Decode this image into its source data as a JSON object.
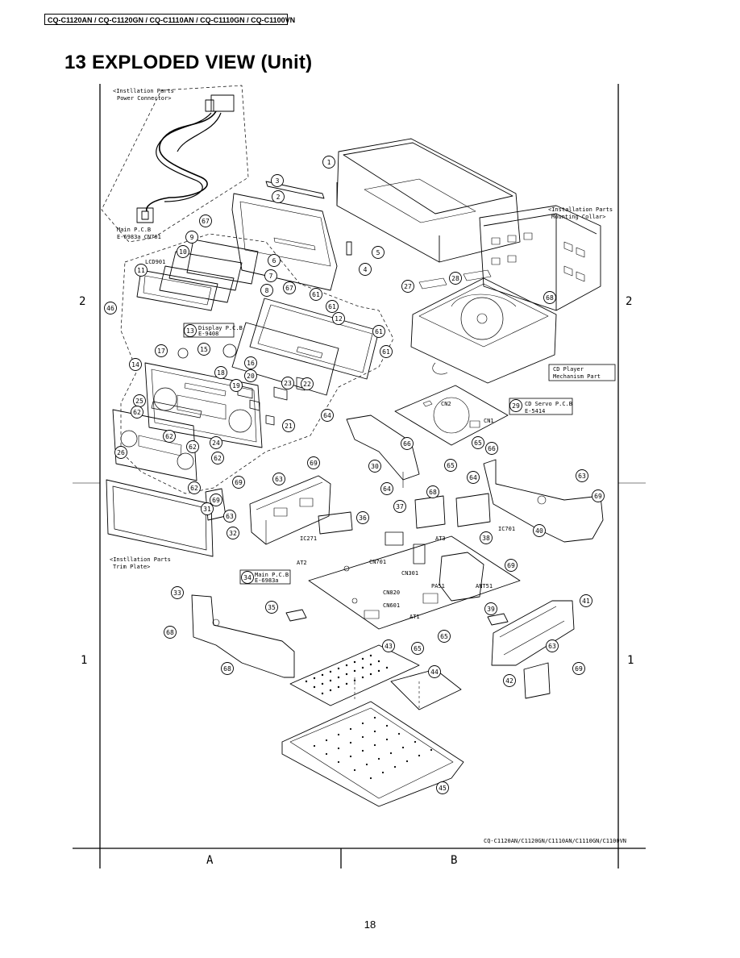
{
  "header": {
    "model_line": "CQ-C1120AN / CQ-C1120GN / CQ-C1110AN / CQ-C1110GN / CQ-C1100VN"
  },
  "title": "13 EXPLODED VIEW (Unit)",
  "page_number": "18",
  "grid": {
    "rows_left": [
      "2",
      "1"
    ],
    "rows_right": [
      "2",
      "1"
    ],
    "columns": [
      "A",
      "B"
    ]
  },
  "diagram": {
    "footer_model": "CQ-C1120AN/C1120GN/C1110AN/C1110GN/C1100VN",
    "notes": {
      "power_connector": [
        "<Instllation Parts",
        "Power Connector>"
      ],
      "mounting_collar": [
        "<Installation Parts",
        "Mounting Collar>"
      ],
      "trim_plate": [
        "<Instllation Parts",
        "Trim Plate>"
      ],
      "cd_mechanism": [
        "CD Player",
        "Mechanism Part"
      ],
      "main_pcb_top": [
        "Main P.C.B",
        "E-6983a CN701"
      ],
      "display_pcb": [
        "Display P.C.B",
        "E-9408"
      ],
      "cd_servo_pcb": [
        "CD Servo P.C.B",
        "E-5414"
      ],
      "main_pcb": [
        "Main P.C.B",
        "E-6983a"
      ]
    },
    "component_labels": {
      "lcd901": "LCD901",
      "cn2": "CN2",
      "cn1": "CN1",
      "ic271": "IC271",
      "ic701": "IC701",
      "cn701": "CN701",
      "cn301": "CN301",
      "at3": "AT3",
      "at2": "AT2",
      "pa51": "PA51",
      "ant51": "ANT51",
      "cn820": "CN820",
      "cn601": "CN601",
      "at1": "AT1"
    },
    "callouts": [
      "1",
      "2",
      "3",
      "4",
      "5",
      "6",
      "7",
      "8",
      "9",
      "10",
      "11",
      "12",
      "13",
      "14",
      "15",
      "16",
      "17",
      "18",
      "19",
      "20",
      "21",
      "22",
      "23",
      "24",
      "25",
      "26",
      "27",
      "28",
      "29",
      "30",
      "31",
      "32",
      "33",
      "34",
      "35",
      "36",
      "37",
      "38",
      "39",
      "40",
      "41",
      "42",
      "43",
      "44",
      "45",
      "46",
      "61",
      "61",
      "61",
      "61",
      "62",
      "62",
      "62",
      "62",
      "62",
      "63",
      "63",
      "63",
      "63",
      "64",
      "64",
      "64",
      "65",
      "65",
      "65",
      "65",
      "66",
      "66",
      "67",
      "67",
      "68",
      "68",
      "68",
      "68",
      "69",
      "69",
      "69",
      "69",
      "69",
      "69"
    ]
  }
}
